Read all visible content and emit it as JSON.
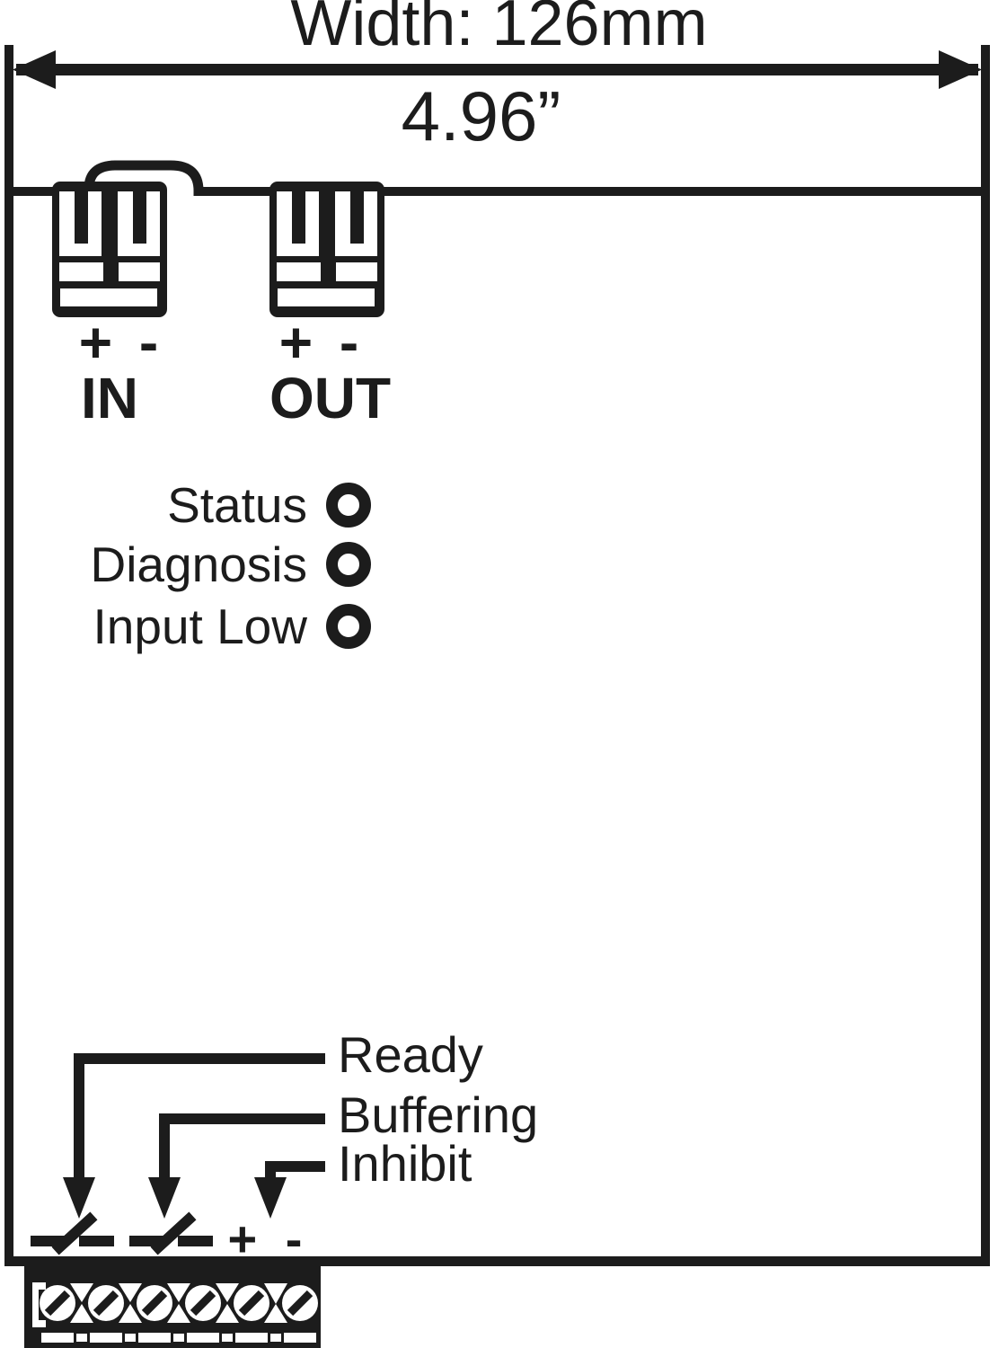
{
  "dimension": {
    "metric_label": "Width: 126mm",
    "imperial_label": "4.96”"
  },
  "terminals": {
    "input": {
      "polarity": "+ -",
      "label": "IN"
    },
    "output": {
      "polarity": "+ -",
      "label": "OUT"
    }
  },
  "indicators": [
    {
      "label": "Status"
    },
    {
      "label": "Diagnosis"
    },
    {
      "label": "Input Low"
    }
  ],
  "relay_outputs": [
    {
      "label": "Ready"
    },
    {
      "label": "Buffering"
    },
    {
      "label": "Inhibit"
    }
  ],
  "relay_terminal_polarity": "+ -",
  "colors": {
    "ink": "#1c1c1c",
    "background": "#ffffff"
  }
}
